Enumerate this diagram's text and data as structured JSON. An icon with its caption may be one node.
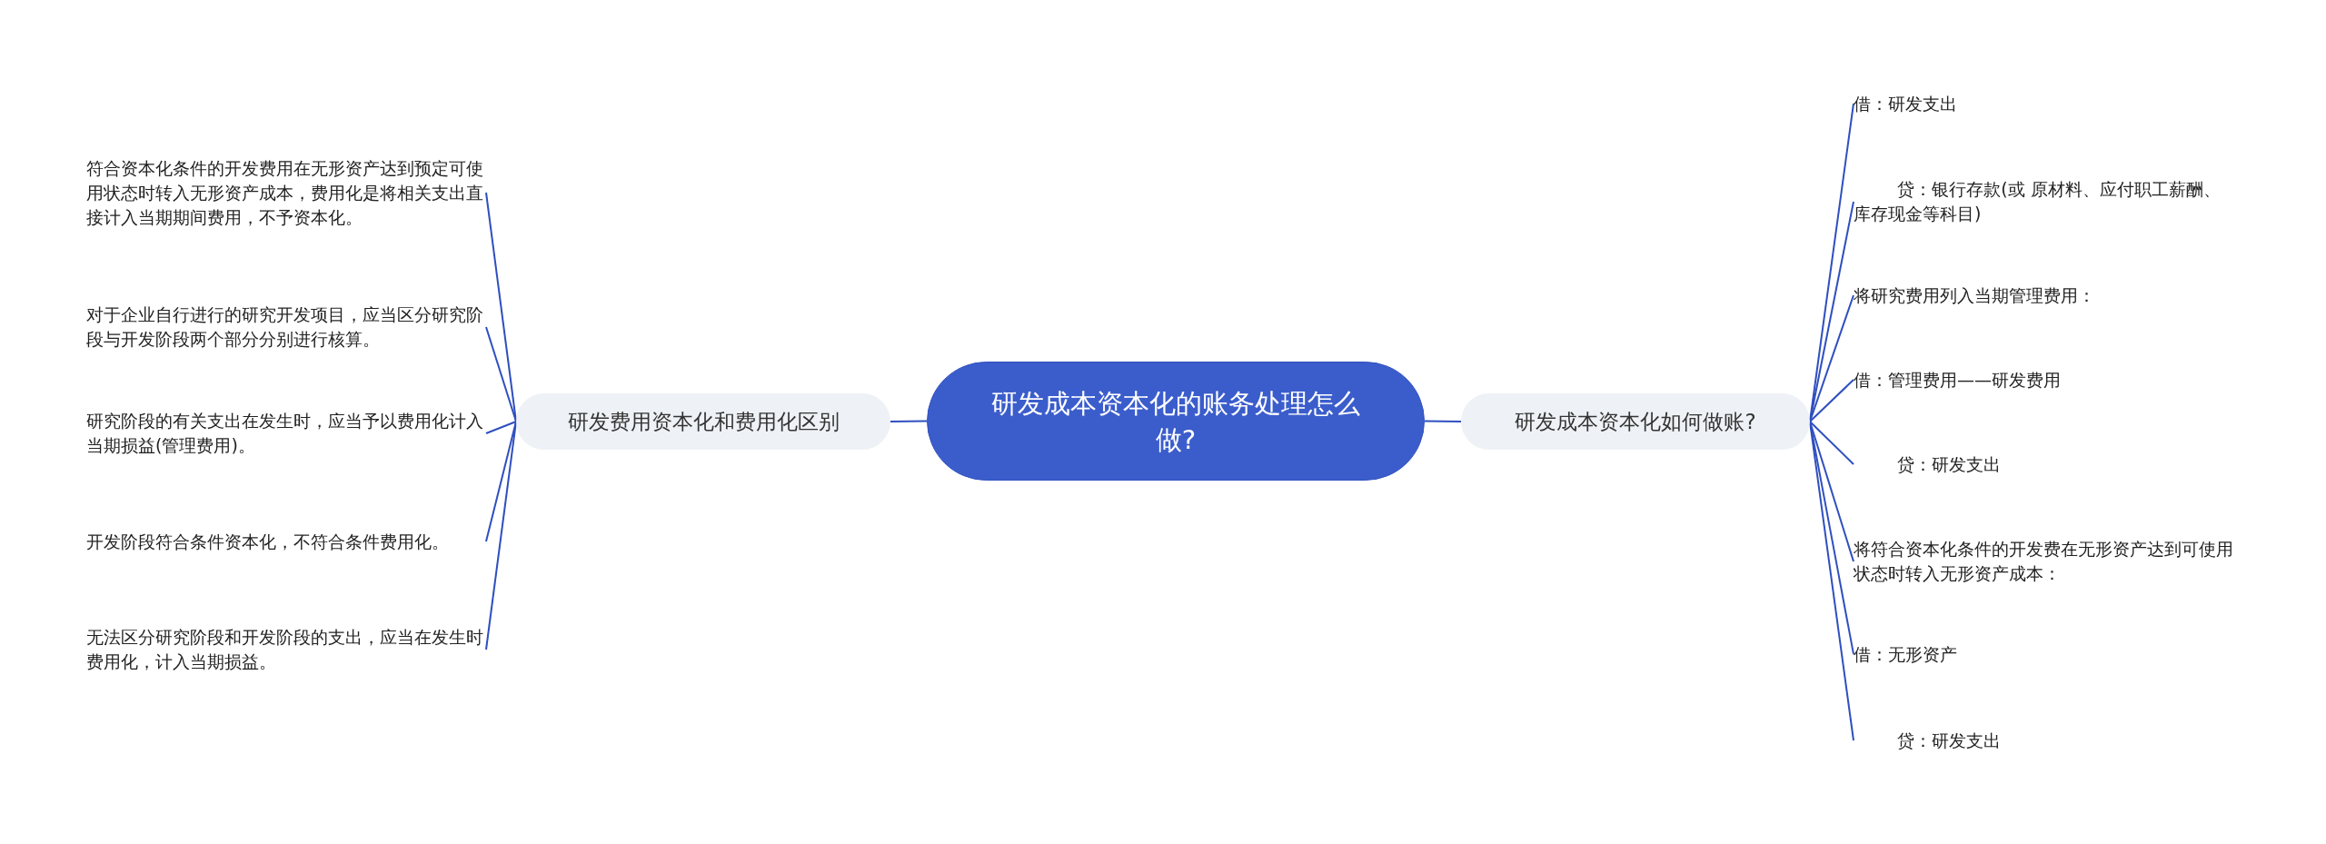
{
  "diagram": {
    "nodes": [
      {
        "text": [
          "研发成本资本化的账务处理怎么做?"
        ]
      },
      {
        "text": [
          "研发费用资本化和费用化区别"
        ]
      },
      {
        "text": [
          "研发成本资本化如何做账?"
        ]
      },
      {
        "text": [
          "符合资本化条件的开发费用在无形资产达到预定可使用状态时转入无形资产成本，费用化是将相关支出直接计入当期期间费用，不予资本化。"
        ]
      },
      {
        "text": [
          "对于企业自行进行的研究开发项目，应当区分研究阶段与开发阶段两个部分分别进行核算。"
        ]
      },
      {
        "text": [
          "研究阶段的有关支出在发生时，应当予以费用化计入当期损益(管理费用)。"
        ]
      },
      {
        "text": [
          "开发阶段符合条件资本化，不符合条件费用化。"
        ]
      },
      {
        "text": [
          "无法区分研究阶段和开发阶段的支出，应当在发生时费用化，计入当期损益。"
        ]
      },
      {
        "text": [
          "借：研发支出"
        ]
      },
      {
        "text": [
          "        贷：银行存款(或 原材料、应付职工薪酬、库存现金等科目)"
        ]
      },
      {
        "text": [
          "将研究费用列入当期管理费用："
        ]
      },
      {
        "text": [
          "借：管理费用——研发费用"
        ]
      },
      {
        "text": [
          "        贷：研发支出"
        ]
      },
      {
        "text": [
          "将符合资本化条件的开发费在无形资产达到可使用状态时转入无形资产成本："
        ]
      },
      {
        "text": [
          "借：无形资产"
        ]
      },
      {
        "text": [
          "        贷：研发支出"
        ]
      }
    ],
    "edges": [
      {
        "from": 0,
        "to": 1,
        "arrow": "none"
      },
      {
        "from": 0,
        "to": 2,
        "arrow": "none"
      },
      {
        "from": 1,
        "to": 3,
        "arrow": "none"
      },
      {
        "from": 1,
        "to": 4,
        "arrow": "none"
      },
      {
        "from": 1,
        "to": 5,
        "arrow": "none"
      },
      {
        "from": 1,
        "to": 6,
        "arrow": "none"
      },
      {
        "from": 1,
        "to": 7,
        "arrow": "none"
      },
      {
        "from": 2,
        "to": 8,
        "arrow": "none"
      },
      {
        "from": 2,
        "to": 9,
        "arrow": "none"
      },
      {
        "from": 2,
        "to": 10,
        "arrow": "none"
      },
      {
        "from": 2,
        "to": 11,
        "arrow": "none"
      },
      {
        "from": 2,
        "to": 12,
        "arrow": "none"
      },
      {
        "from": 2,
        "to": 13,
        "arrow": "none"
      },
      {
        "from": 2,
        "to": 14,
        "arrow": "none"
      },
      {
        "from": 2,
        "to": 15,
        "arrow": "none"
      }
    ]
  }
}
